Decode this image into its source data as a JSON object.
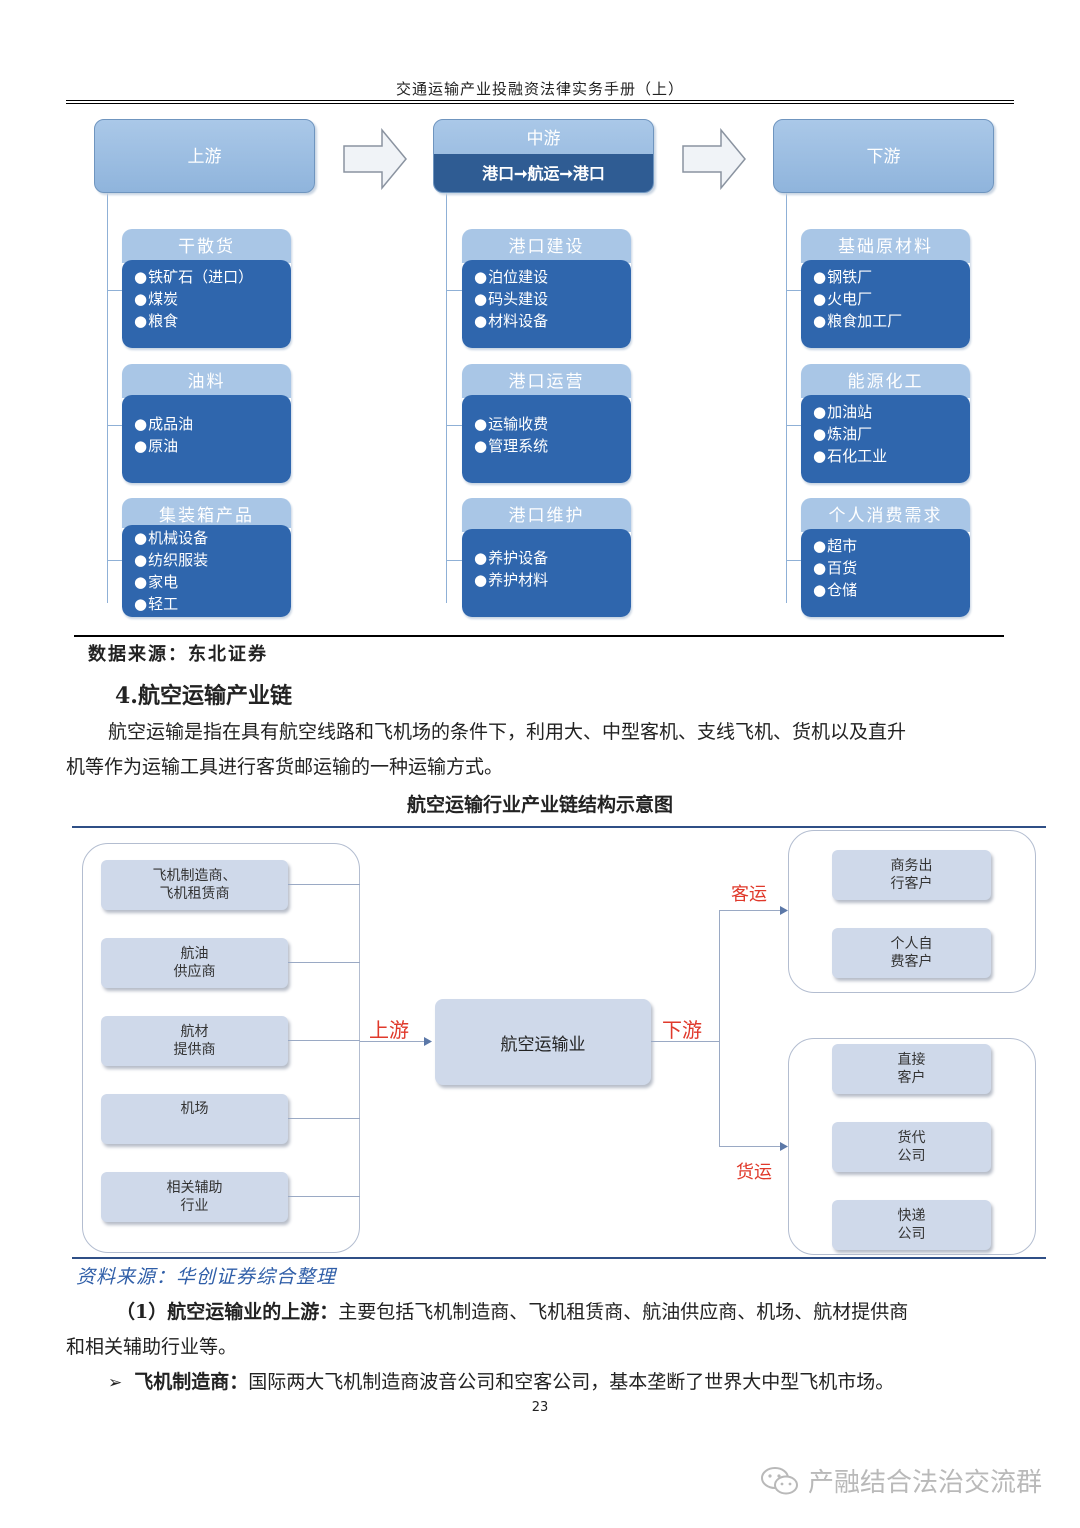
{
  "header": {
    "title": "交通运输产业投融资法律实务手册（上）"
  },
  "diagram1": {
    "upstream": {
      "title": "上游"
    },
    "midstream": {
      "title": "中游",
      "flow": "港口➞航运➞港口"
    },
    "downstream": {
      "title": "下游"
    },
    "col1": [
      {
        "title": "干散货",
        "items": [
          "铁矿石（进口）",
          "煤炭",
          "粮食"
        ]
      },
      {
        "title": "油料",
        "items": [
          "成品油",
          "原油"
        ]
      },
      {
        "title": "集装箱产品",
        "items": [
          "机械设备",
          "纺织服装",
          "家电",
          "轻工"
        ]
      }
    ],
    "col2": [
      {
        "title": "港口建设",
        "items": [
          "泊位建设",
          "码头建设",
          "材料设备"
        ]
      },
      {
        "title": "港口运营",
        "items": [
          "运输收费",
          "管理系统"
        ]
      },
      {
        "title": "港口维护",
        "items": [
          "养护设备",
          "养护材料"
        ]
      }
    ],
    "col3": [
      {
        "title": "基础原材料",
        "items": [
          "钢铁厂",
          "火电厂",
          "粮食加工厂"
        ]
      },
      {
        "title": "能源化工",
        "items": [
          "加油站",
          "炼油厂",
          "石化工业"
        ]
      },
      {
        "title": "个人消费需求",
        "items": [
          "超市",
          "百货",
          "仓储"
        ]
      }
    ],
    "source": "数据来源：东北证券"
  },
  "section": {
    "heading": "4.航空运输产业链",
    "para1_line1": "航空运输是指在具有航空线路和飞机场的条件下，利用大、中型客机、支线飞机、货机以及直升",
    "para1_line2": "机等作为运输工具进行客货邮运输的一种运输方式。",
    "chart_title": "航空运输行业产业链结构示意图"
  },
  "diagram2": {
    "left": [
      [
        "飞机制造商、",
        "飞机租赁商"
      ],
      [
        "航油",
        "供应商"
      ],
      [
        "航材",
        "提供商"
      ],
      [
        "机场"
      ],
      [
        "相关辅助",
        "行业"
      ]
    ],
    "center": "航空运输业",
    "upstream_label": "上游",
    "downstream_label": "下游",
    "passenger_label": "客运",
    "cargo_label": "货运",
    "right_top": [
      [
        "商务出",
        "行客户"
      ],
      [
        "个人自",
        "费客户"
      ]
    ],
    "right_bottom": [
      [
        "直接",
        "客户"
      ],
      [
        "货代",
        "公司"
      ],
      [
        "快递",
        "公司"
      ]
    ],
    "source": "资料来源：华创证券综合整理"
  },
  "body": {
    "p2_bold": "（1）航空运输业的上游：",
    "p2_text": "主要包括飞机制造商、飞机租赁商、航油供应商、机场、航材提供商",
    "p2_line2": "和相关辅助行业等。",
    "bullet_mark": "➢",
    "bullet_bold": "飞机制造商：",
    "bullet_text": "国际两大飞机制造商波音公司和空客公司，基本垄断了世界大中型飞机市场。"
  },
  "page_number": "23",
  "watermark": "产融结合法治交流群"
}
